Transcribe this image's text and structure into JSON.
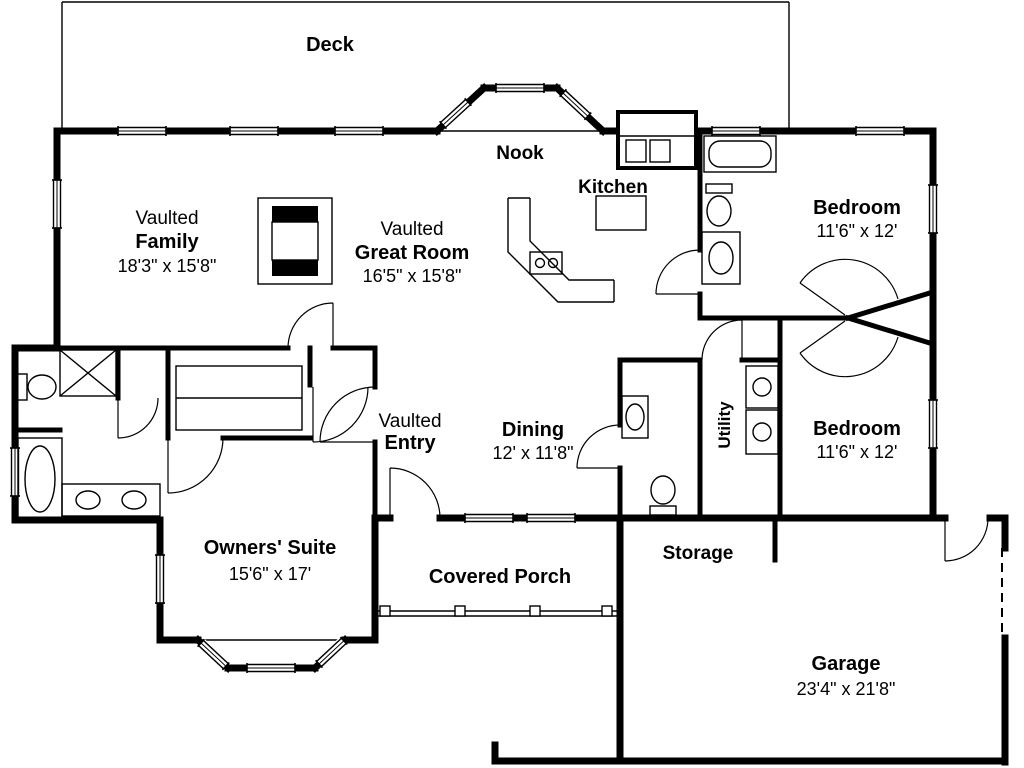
{
  "colors": {
    "ink": "#000000",
    "paper": "#ffffff"
  },
  "labels": {
    "deck": "Deck",
    "nook": "Nook",
    "kitchen": "Kitchen",
    "family_prefix": "Vaulted",
    "family_name": "Family",
    "family_dims": "18'3\" x 15'8\"",
    "great_prefix": "Vaulted",
    "great_name": "Great Room",
    "great_dims": "16'5\" x 15'8\"",
    "bedroom1_name": "Bedroom",
    "bedroom1_dims": "11'6\" x 12'",
    "bedroom2_name": "Bedroom",
    "bedroom2_dims": "11'6\" x 12'",
    "entry_prefix": "Vaulted",
    "entry_name": "Entry",
    "dining_name": "Dining",
    "dining_dims": "12' x 11'8\"",
    "utility": "Utility",
    "owners_name": "Owners' Suite",
    "owners_dims": "15'6\" x 17'",
    "porch": "Covered Porch",
    "storage": "Storage",
    "garage_name": "Garage",
    "garage_dims": "23'4\" x 21'8\""
  }
}
